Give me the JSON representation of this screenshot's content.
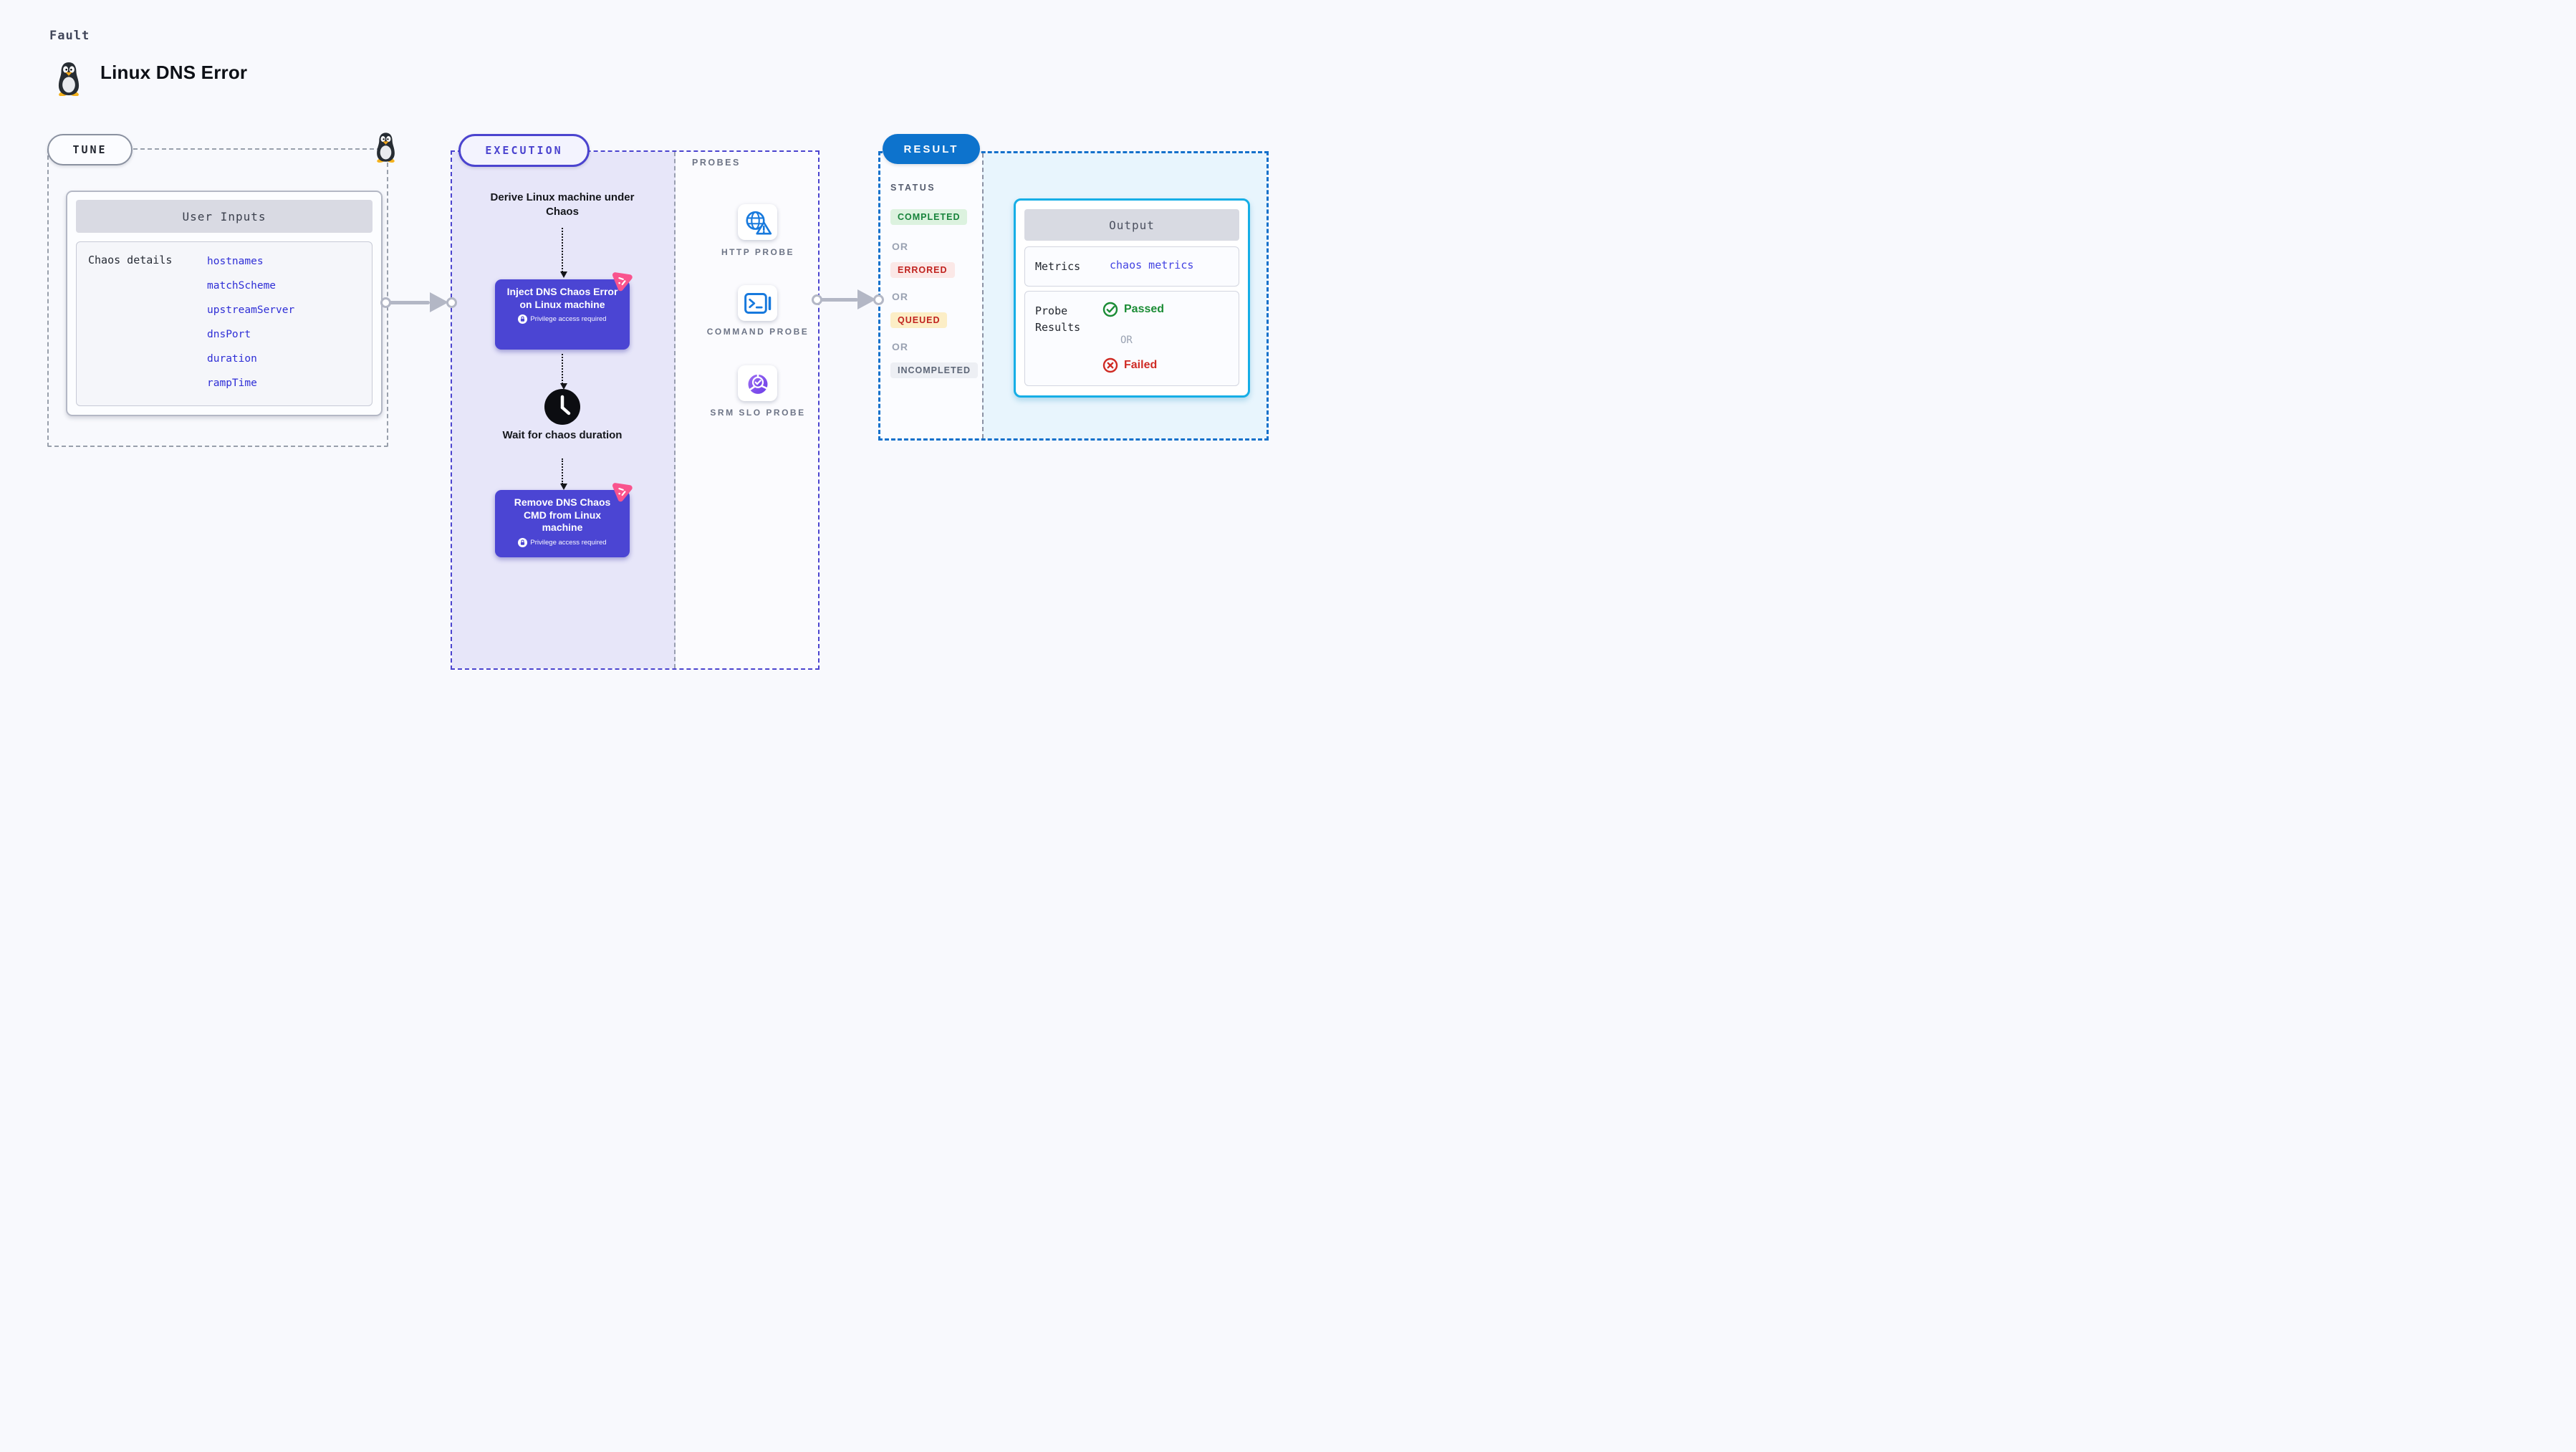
{
  "page": {
    "kicker": "Fault",
    "title": "Linux DNS Error"
  },
  "tune": {
    "label": "TUNE",
    "card_title": "User Inputs",
    "row_label": "Chaos details",
    "inputs": [
      "hostnames",
      "matchScheme",
      "upstreamServer",
      "dnsPort",
      "duration",
      "rampTime"
    ]
  },
  "execution": {
    "label": "EXECUTION",
    "derive_step": "Derive Linux machine under Chaos",
    "inject_step": "Inject DNS Chaos Error on Linux machine",
    "wait_step": "Wait for chaos duration",
    "remove_step": "Remove DNS Chaos CMD from Linux machine",
    "privilege_note": "Privilege access required"
  },
  "probes": {
    "label": "PROBES",
    "http": "HTTP PROBE",
    "command": "COMMAND PROBE",
    "srm": "SRM SLO PROBE"
  },
  "result": {
    "label": "RESULT",
    "status_heading": "STATUS",
    "or": "OR",
    "statuses": {
      "completed": "COMPLETED",
      "errored": "ERRORED",
      "queued": "QUEUED",
      "incompleted": "INCOMPLETED"
    },
    "output": {
      "title": "Output",
      "metrics_label": "Metrics",
      "metrics_value": "chaos metrics",
      "probe_results_label": "Probe Results",
      "passed": "Passed",
      "or": "OR",
      "failed": "Failed"
    }
  },
  "colors": {
    "indigo": "#4b44cf",
    "lavender": "#e7e6f9",
    "result_blue": "#0d73cd",
    "cyan_border": "#16aee6",
    "probe_blue": "#1779dd",
    "pink": "#f9548e",
    "link_blue": "#2e2ed6",
    "green": "#1b8c35",
    "red": "#cf2b24"
  }
}
